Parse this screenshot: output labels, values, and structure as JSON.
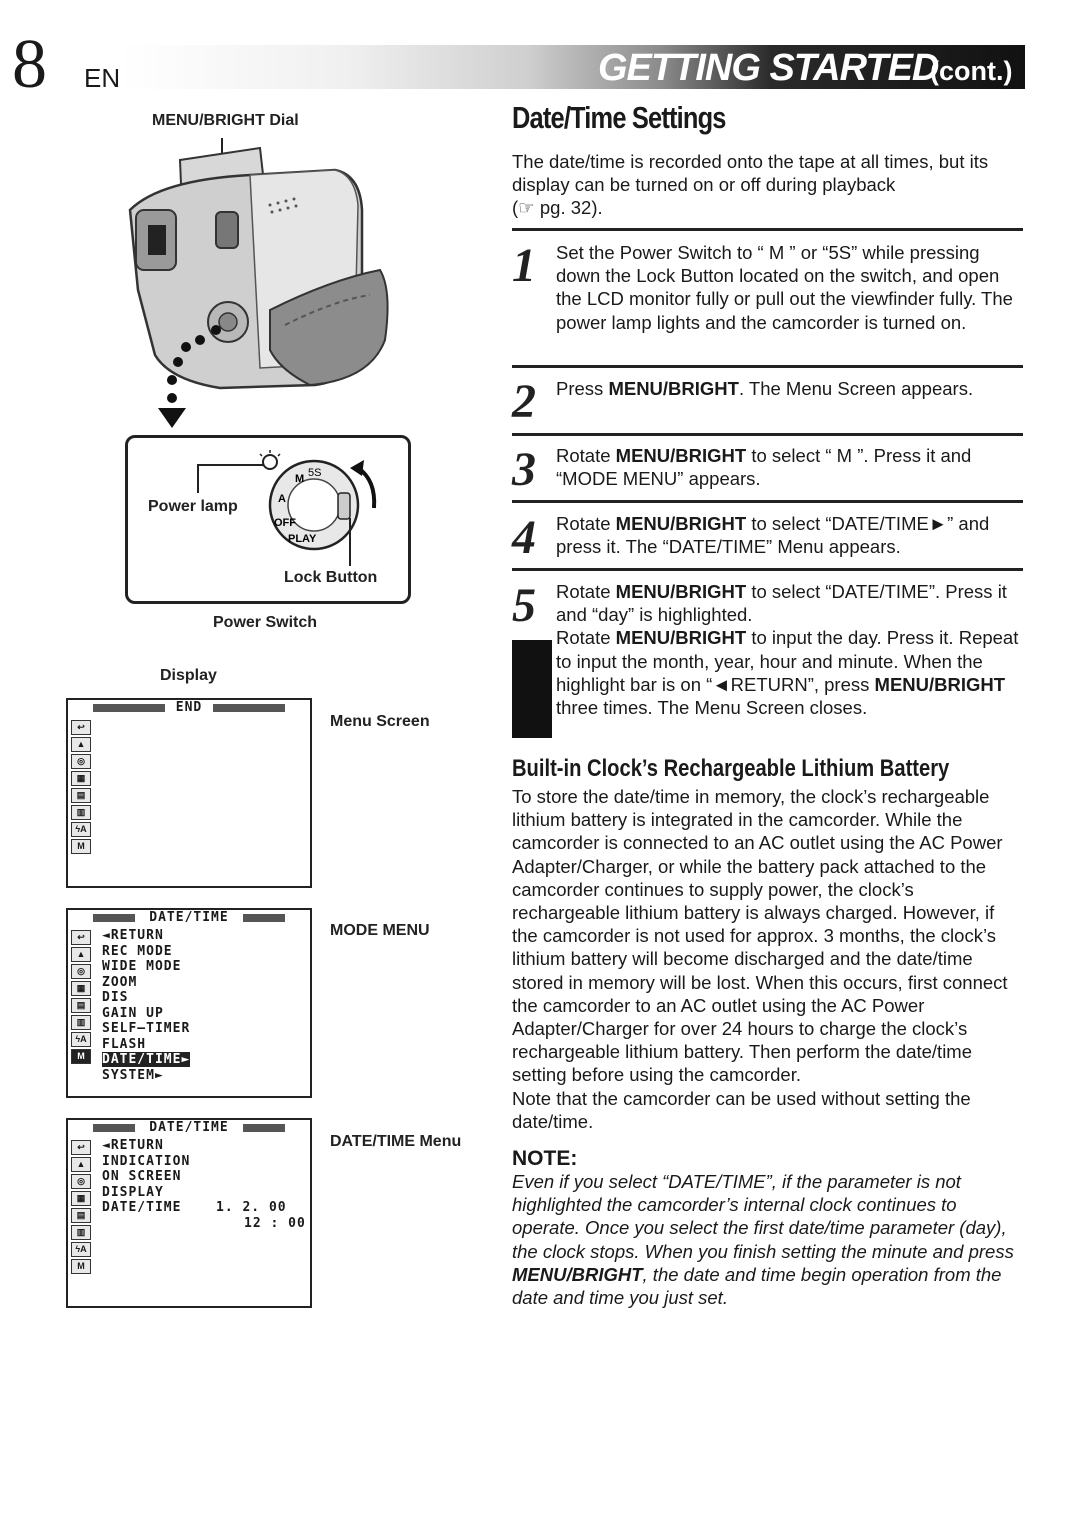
{
  "header": {
    "page_number": "8",
    "language": "EN",
    "title": "GETTING STARTED",
    "cont": "(cont.)"
  },
  "left": {
    "dial_label": "MENU/BRIGHT Dial",
    "power_lamp_label": "Power lamp",
    "lock_button_label": "Lock Button",
    "power_switch_label": "Power Switch",
    "display_label": "Display",
    "dial_marks": [
      "M",
      "5S",
      "A",
      "OFF",
      "PLAY"
    ],
    "screens": [
      {
        "title": "END",
        "caption": "Menu Screen",
        "lines": []
      },
      {
        "title": "DATE/TIME",
        "caption": "MODE MENU",
        "lines": [
          "◄RETURN",
          "REC MODE",
          "WIDE MODE",
          "ZOOM",
          "DIS",
          "GAIN UP",
          "SELF–TIMER",
          "FLASH",
          "DATE/TIME►",
          "SYSTEM►"
        ]
      },
      {
        "title": "DATE/TIME",
        "caption": "DATE/TIME Menu",
        "lines": [
          "◄RETURN",
          "INDICATION",
          "ON SCREEN",
          "DISPLAY",
          "DATE/TIME",
          ""
        ],
        "date_value": "1. 2. 00",
        "time_value": "12 : 00"
      }
    ]
  },
  "right": {
    "section_title": "Date/Time Settings",
    "intro": "The date/time is recorded onto the tape at all times, but its display can be turned on or off during playback",
    "intro_ref": "(☞ pg. 32).",
    "steps": [
      {
        "num": "1",
        "text": "Set the Power Switch to “ M ” or “5S” while pressing down the Lock Button located on the switch, and open the LCD monitor fully or pull out the viewfinder fully. The power lamp lights and the camcorder is turned on."
      },
      {
        "num": "2",
        "pre": "Press ",
        "bold": "MENU/BRIGHT",
        "post": ". The Menu Screen appears."
      },
      {
        "num": "3",
        "pre": "Rotate ",
        "bold": "MENU/BRIGHT",
        "post": " to select “ M ”. Press it and “MODE MENU” appears."
      },
      {
        "num": "4",
        "pre": "Rotate ",
        "bold": "MENU/BRIGHT",
        "post": " to select “DATE/TIME►” and press it. The “DATE/TIME” Menu appears."
      },
      {
        "num": "5",
        "a_pre": "Rotate ",
        "a_bold": "MENU/BRIGHT",
        "a_post": " to select “DATE/TIME”. Press it and “day” is highlighted.",
        "b_pre": "Rotate ",
        "b_bold": "MENU/BRIGHT",
        "b_post": " to input the day. Press it. Repeat to input the month, year, hour and minute. When the highlight bar is on “◄RETURN”, press ",
        "b_bold2": "MENU/BRIGHT",
        "b_post2": " three times. The Menu Screen closes."
      }
    ],
    "battery_title": "Built-in Clock’s Rechargeable Lithium Battery",
    "battery_text": "To store the date/time in memory, the clock’s rechargeable lithium battery is integrated in the camcorder. While the camcorder is connected to an AC outlet using the AC Power Adapter/Charger, or while the battery pack attached to the camcorder continues to supply power, the clock’s rechargeable lithium battery is always charged. However, if the camcorder is not used for approx. 3 months, the clock’s lithium battery will become discharged and the date/time stored in memory will be lost. When this occurs, first connect the camcorder to an AC outlet using the AC Power Adapter/Charger for over 24 hours to charge the clock’s rechargeable lithium battery. Then perform the date/time setting before using the camcorder.",
    "battery_note": "Note that the camcorder can be used without setting the date/time.",
    "note_heading": "NOTE:",
    "note_pre": "Even if you select “DATE/TIME”, if the parameter is not highlighted the camcorder’s internal clock continues to operate. Once you select the first date/time parameter (day), the clock stops. When you finish setting the minute and press ",
    "note_bold": "MENU/BRIGHT",
    "note_post": ", the date and time begin operation from the date and time you just set."
  }
}
